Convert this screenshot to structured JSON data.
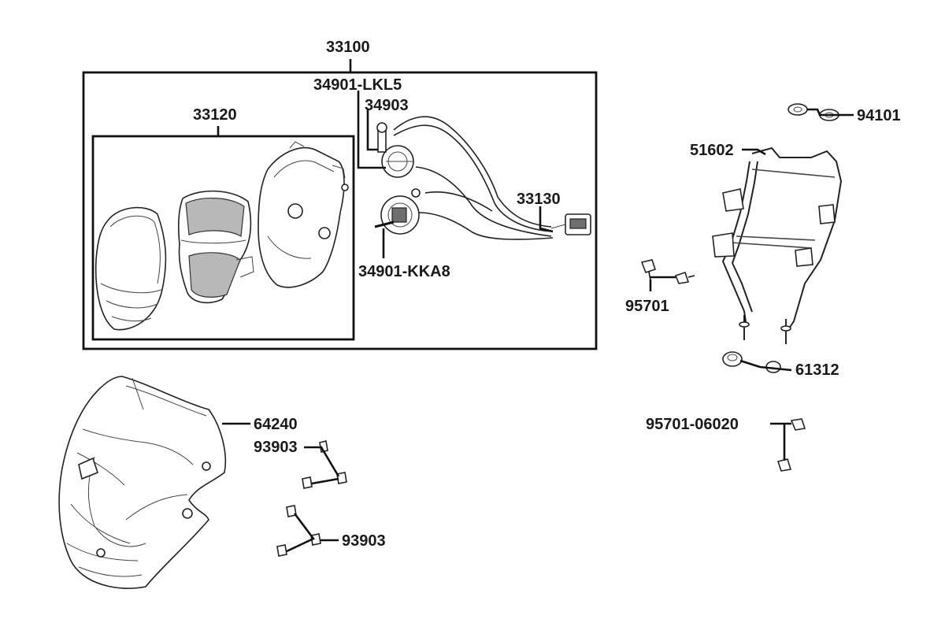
{
  "labels": {
    "p33100": "33100",
    "p34901_lkl5": "34901-LKL5",
    "p34903": "34903",
    "p33120": "33120",
    "p33130": "33130",
    "p34901_kka8": "34901-KKA8",
    "p94101": "94101",
    "p51602": "51602",
    "p95701": "95701",
    "p61312": "61312",
    "p95701_06020": "95701-06020",
    "p64240": "64240",
    "p93903_a": "93903",
    "p93903_b": "93903"
  }
}
